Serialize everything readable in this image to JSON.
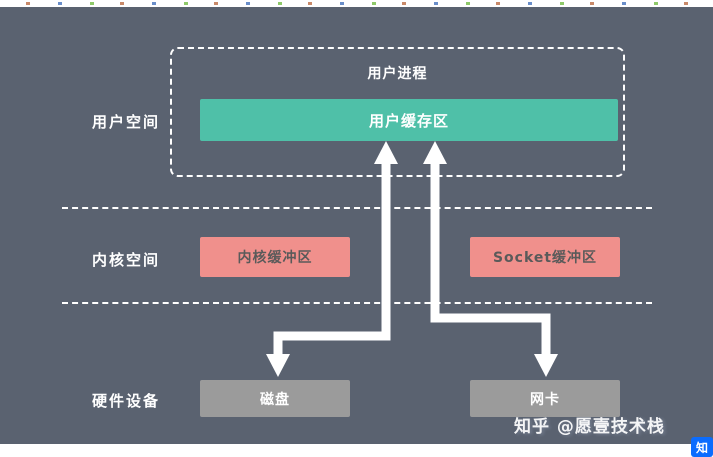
{
  "diagram": {
    "colors": {
      "background": "#5a6270",
      "user_buffer": "#4fc0a8",
      "kernel_buffer": "#f0908c",
      "socket_buffer": "#f0908c",
      "disk": "#9b9b9b",
      "nic": "#9b9b9b",
      "dashed_lines": "#ffffff",
      "arrows": "#ffffff"
    },
    "layers": [
      {
        "label": "用户空间"
      },
      {
        "label": "内核空间"
      },
      {
        "label": "硬件设备"
      }
    ],
    "user_process": {
      "label": "用户进程"
    },
    "boxes": {
      "user_buffer": {
        "label": "用户缓存区"
      },
      "kernel_buffer": {
        "label": "内核缓冲区"
      },
      "socket_buffer": {
        "label": "Socket缓冲区"
      },
      "disk": {
        "label": "磁盘"
      },
      "nic": {
        "label": "网卡"
      }
    }
  },
  "watermark": {
    "text": "知乎 @愿壹技术栈",
    "logo_char": "知"
  }
}
